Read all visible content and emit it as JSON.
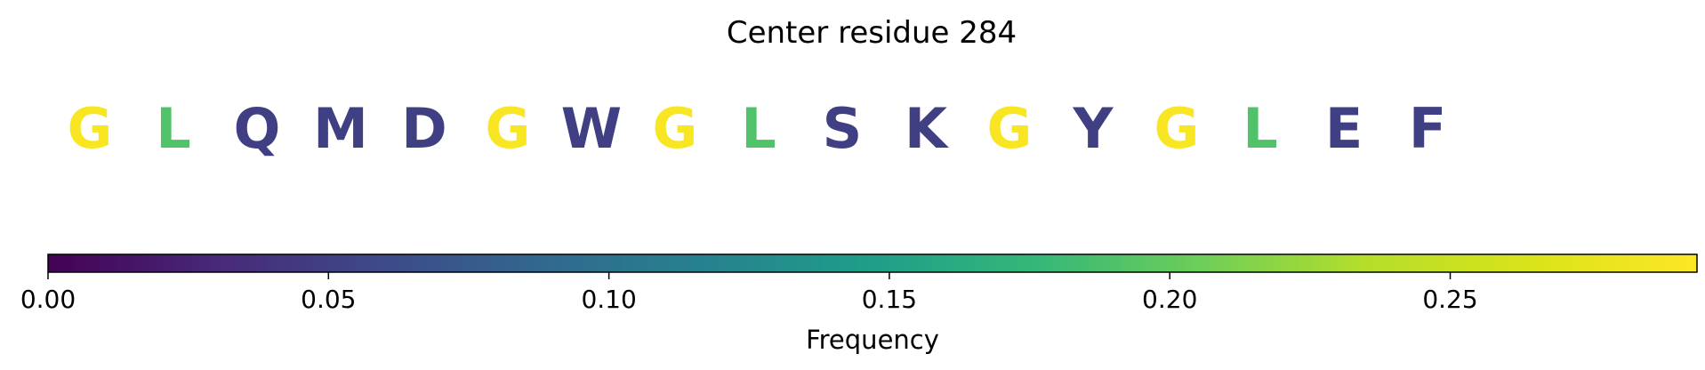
{
  "chart_data": {
    "type": "sequence-logo",
    "title": "Center residue 284",
    "residues": [
      {
        "letter": "G",
        "frequency": 0.29
      },
      {
        "letter": "L",
        "frequency": 0.19
      },
      {
        "letter": "Q",
        "frequency": 0.05
      },
      {
        "letter": "M",
        "frequency": 0.05
      },
      {
        "letter": "D",
        "frequency": 0.05
      },
      {
        "letter": "G",
        "frequency": 0.29
      },
      {
        "letter": "W",
        "frequency": 0.05
      },
      {
        "letter": "G",
        "frequency": 0.29
      },
      {
        "letter": "L",
        "frequency": 0.19
      },
      {
        "letter": "S",
        "frequency": 0.05
      },
      {
        "letter": "K",
        "frequency": 0.05
      },
      {
        "letter": "G",
        "frequency": 0.29
      },
      {
        "letter": "Y",
        "frequency": 0.05
      },
      {
        "letter": "G",
        "frequency": 0.29
      },
      {
        "letter": "L",
        "frequency": 0.19
      },
      {
        "letter": "E",
        "frequency": 0.05
      },
      {
        "letter": "F",
        "frequency": 0.05
      }
    ],
    "colorbar": {
      "label": "Frequency",
      "colormap": "viridis",
      "range": [
        0,
        0.294
      ],
      "ticks": [
        0.0,
        0.05,
        0.1,
        0.15,
        0.2,
        0.25
      ],
      "tick_labels": [
        "0.00",
        "0.05",
        "0.10",
        "0.15",
        "0.20",
        "0.25"
      ]
    }
  }
}
